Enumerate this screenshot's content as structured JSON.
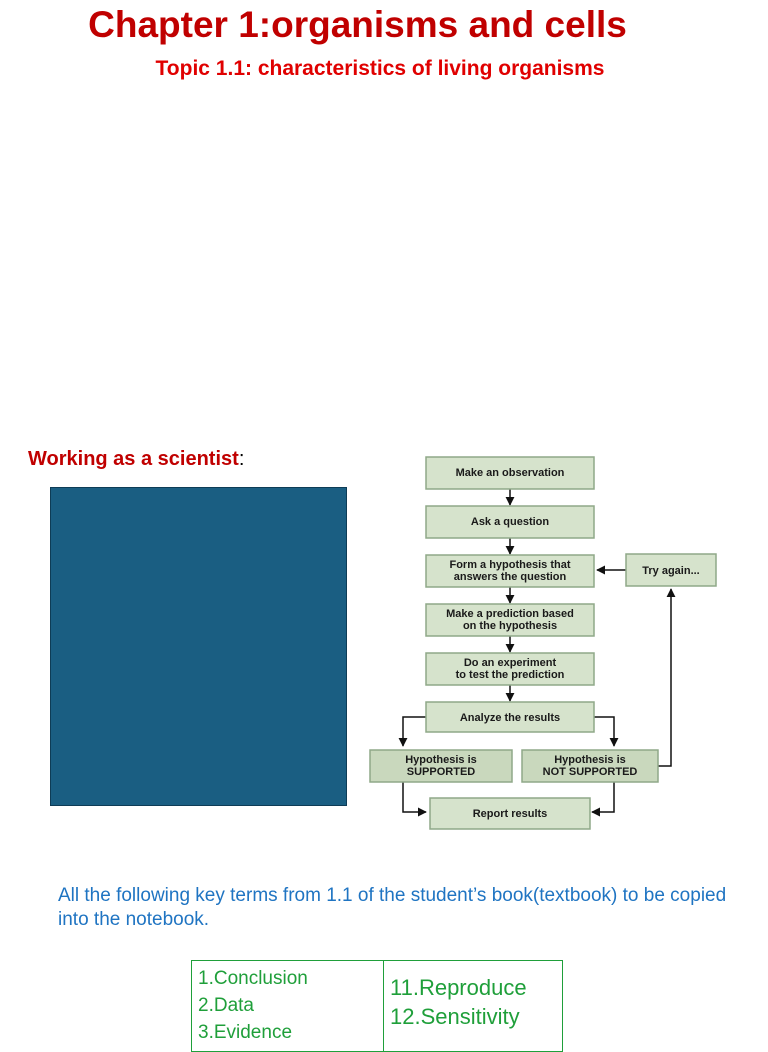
{
  "header": {
    "title": "Chapter 1:organisms and cells",
    "subtitle": "Topic 1.1: characteristics of living organisms"
  },
  "section": {
    "label": "Working as a scientist",
    "colon": ":"
  },
  "flowchart": {
    "steps": [
      "Make an observation",
      "Ask a question",
      "Form a hypothesis that",
      "answers the question",
      "Make a prediction based",
      "on the hypothesis",
      "Do an experiment",
      "to test the prediction",
      "Analyze the results",
      "Hypothesis is",
      "SUPPORTED",
      "Hypothesis is",
      "NOT SUPPORTED",
      "Report results",
      "Try again..."
    ]
  },
  "terms": {
    "intro": "All the following key terms from 1.1 of the student’s book(textbook) to be copied into the notebook.",
    "col1": [
      "1.Conclusion",
      "2.Data",
      "3.Evidence"
    ],
    "col2": [
      "11.Reproduce",
      "12.Sensitivity"
    ]
  },
  "colors": {
    "title": "#c00000",
    "subtitle": "#e00000",
    "box": "#1a5e82",
    "terms_text": "#1f74c2",
    "table": "#1f9f3a"
  }
}
